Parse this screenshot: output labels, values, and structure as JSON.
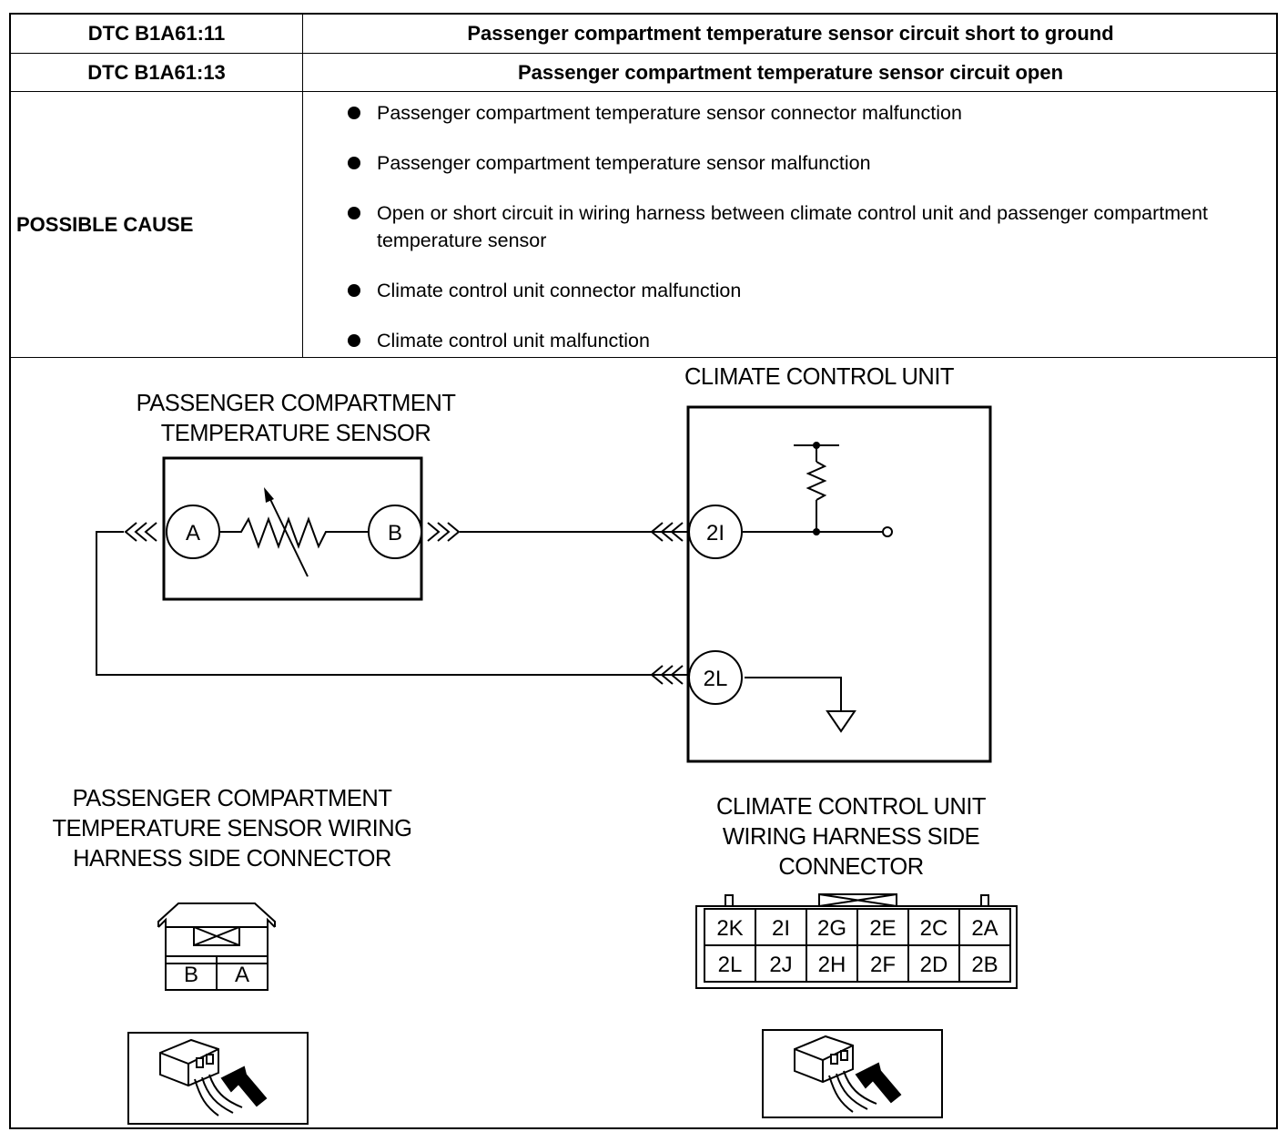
{
  "table": {
    "dtc_rows": [
      {
        "code": "DTC B1A61:11",
        "description": "Passenger compartment temperature sensor circuit short to ground"
      },
      {
        "code": "DTC B1A61:13",
        "description": "Passenger compartment temperature sensor circuit open"
      }
    ],
    "possible_cause_label": "POSSIBLE CAUSE",
    "possible_causes": [
      "Passenger compartment temperature sensor connector malfunction",
      "Passenger compartment temperature sensor malfunction",
      "Open or short circuit in wiring harness between climate control unit and passenger compartment temperature sensor",
      "Climate control unit connector malfunction",
      "Climate control unit malfunction"
    ]
  },
  "diagram": {
    "sensor_title": "PASSENGER COMPARTMENT\nTEMPERATURE SENSOR",
    "ccu_title": "CLIMATE CONTROL UNIT",
    "sensor_terminals": [
      "A",
      "B"
    ],
    "ccu_terminals": [
      "2I",
      "2L"
    ],
    "sensor_connector_title": "PASSENGER COMPARTMENT\nTEMPERATURE SENSOR WIRING\nHARNESS SIDE CONNECTOR",
    "ccu_connector_title": "CLIMATE CONTROL UNIT\nWIRING HARNESS SIDE\nCONNECTOR",
    "sensor_connector_pins": [
      "B",
      "A"
    ],
    "ccu_connector_pins": {
      "top": [
        "2K",
        "2I",
        "2G",
        "2E",
        "2C",
        "2A"
      ],
      "bottom": [
        "2L",
        "2J",
        "2H",
        "2F",
        "2D",
        "2B"
      ]
    }
  }
}
